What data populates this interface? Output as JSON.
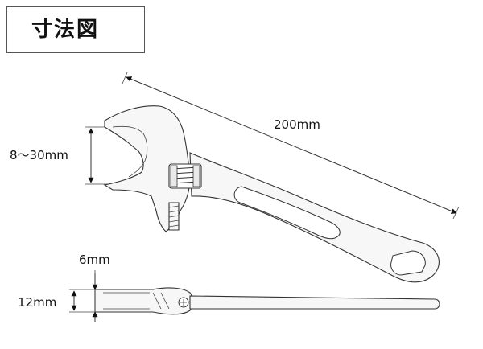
{
  "title": "寸法図",
  "dimensions": {
    "total_length": "200mm",
    "jaw_opening": "8～30mm",
    "jaw_thickness": "6mm",
    "head_thickness": "12mm"
  },
  "colors": {
    "line": "#333333",
    "background": "#ffffff",
    "fill": "#f7f7f7"
  }
}
